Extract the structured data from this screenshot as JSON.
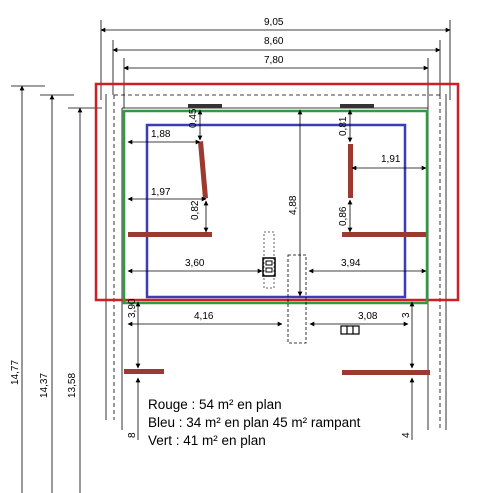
{
  "dimensions": {
    "top_outer": "9,05",
    "top_middle": "8,60",
    "top_inner": "7,80",
    "left_outer": "14,77",
    "left_middle": "14,37",
    "left_inner": "13,58",
    "height_center": "4,88",
    "upper_left_width": "1,88",
    "upper_left_height": "0,45",
    "lower_left_width": "1,97",
    "lower_left_height": "0,82",
    "upper_right_height": "0,81",
    "upper_right_width": "1,91",
    "lower_right_height": "0,86",
    "mid_left_width": "3,60",
    "mid_right_width": "3,94",
    "low_left_width": "4,16",
    "low_right_width": "3,08",
    "left_vertical_small": "3,90",
    "right_vertical_small": "3",
    "left_bottom_cut": "8",
    "right_bottom_cut": "4"
  },
  "legend": {
    "red": "Rouge : 54 m²  en plan",
    "blue": "Bleu : 34 m² en plan 45 m² rampant",
    "green": "Vert : 41 m² en plan"
  },
  "colors": {
    "red": "#cc1f26",
    "green": "#2f9a3e",
    "blue": "#3a3db5",
    "beam": "#9a3a30"
  }
}
